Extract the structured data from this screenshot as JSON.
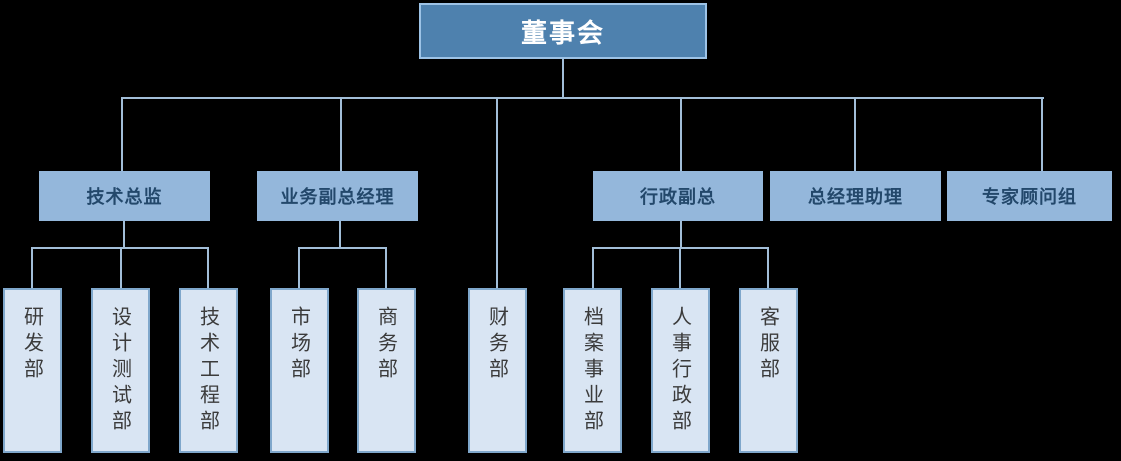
{
  "colors": {
    "background": "#000000",
    "level1_fill": "#4E81AE",
    "level1_border": "#9DC3E6",
    "level1_text": "#FFFFFF",
    "level2_fill": "#94B7DB",
    "level2_text": "#23486B",
    "level3_fill": "#D9E5F3",
    "level3_border": "#7FA7CB",
    "level3_text": "#3B3B3B",
    "connector": "#A2BED8"
  },
  "org_chart": {
    "type": "organization-chart",
    "root": {
      "label": "董事会"
    },
    "level2": [
      {
        "label": "技术总监",
        "reports_to": "董事会",
        "children": [
          "研发部",
          "设计测试部",
          "技术工程部"
        ]
      },
      {
        "label": "业务副总经理",
        "reports_to": "董事会",
        "children": [
          "市场部",
          "商务部"
        ]
      },
      {
        "label": "行政副总",
        "reports_to": "董事会",
        "children": [
          "档案事业部",
          "人事行政部",
          "客服部"
        ]
      },
      {
        "label": "总经理助理",
        "reports_to": "董事会",
        "children": []
      },
      {
        "label": "专家顾问组",
        "reports_to": "董事会",
        "children": []
      }
    ],
    "level3": [
      {
        "label": "研发部",
        "reports_to": "技术总监"
      },
      {
        "label": "设计测试部",
        "reports_to": "技术总监"
      },
      {
        "label": "技术工程部",
        "reports_to": "技术总监"
      },
      {
        "label": "市场部",
        "reports_to": "业务副总经理"
      },
      {
        "label": "商务部",
        "reports_to": "业务副总经理"
      },
      {
        "label": "财务部",
        "reports_to": "董事会"
      },
      {
        "label": "档案事业部",
        "reports_to": "行政副总"
      },
      {
        "label": "人事行政部",
        "reports_to": "行政副总"
      },
      {
        "label": "客服部",
        "reports_to": "行政副总"
      }
    ]
  }
}
